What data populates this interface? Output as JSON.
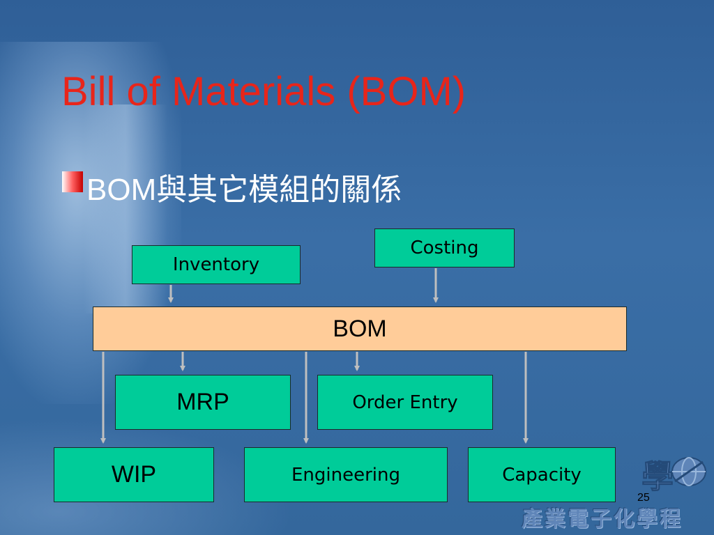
{
  "slide": {
    "title": "Bill of Materials (BOM)",
    "bullet": "BOM與其它模組的關係",
    "page_number": "25"
  },
  "diagram": {
    "nodes": {
      "inventory": "Inventory",
      "costing": "Costing",
      "bom": "BOM",
      "mrp": "MRP",
      "order_entry": "Order Entry",
      "wip": "WIP",
      "engineering": "Engineering",
      "capacity": "Capacity"
    },
    "edges": [
      {
        "from": "inventory",
        "to": "bom"
      },
      {
        "from": "costing",
        "to": "bom"
      },
      {
        "from": "bom",
        "to": "mrp"
      },
      {
        "from": "bom",
        "to": "order_entry"
      },
      {
        "from": "bom",
        "to": "wip"
      },
      {
        "from": "bom",
        "to": "engineering"
      },
      {
        "from": "bom",
        "to": "capacity"
      }
    ]
  },
  "logo": {
    "text": "產業電子化學程",
    "seal_glyph": "學"
  },
  "colors": {
    "background": "#3a6ea6",
    "title": "#e8251a",
    "module_box": "#00cc99",
    "bom_box": "#ffcc99",
    "arrow": "#bfbfbf"
  }
}
